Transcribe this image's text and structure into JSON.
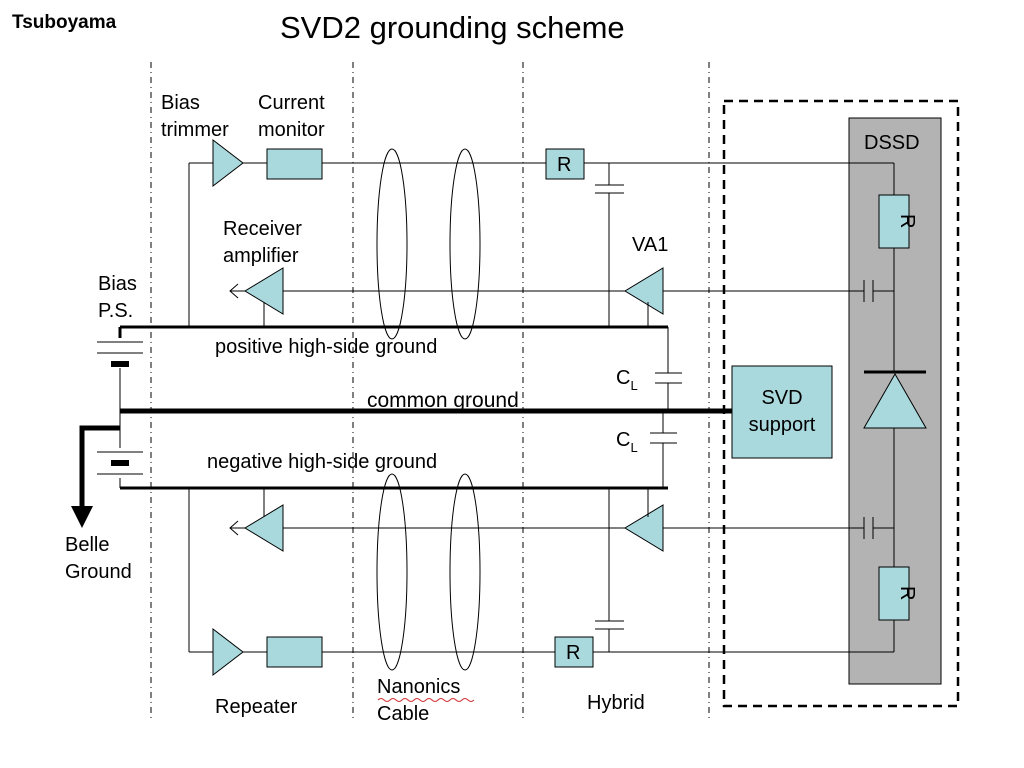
{
  "author": "Tsuboyama",
  "title": "SVD2 grounding scheme",
  "labels": {
    "bias_trimmer_1": "Bias",
    "bias_trimmer_2": "trimmer",
    "current_monitor_1": "Current",
    "current_monitor_2": "monitor",
    "receiver_amp_1": "Receiver",
    "receiver_amp_2": "amplifier",
    "bias_ps_1": "Bias",
    "bias_ps_2": "P.S.",
    "positive_ground": "positive high-side ground",
    "common_ground": "common ground",
    "negative_ground": "negative high-side ground",
    "belle_ground_1": "Belle",
    "belle_ground_2": "Ground",
    "repeater": "Repeater",
    "nanonics_1": "Nanonics",
    "nanonics_2": "Cable",
    "hybrid": "Hybrid",
    "va1": "VA1",
    "cl_top": "C",
    "cl_top_sub": "L",
    "cl_bottom": "C",
    "cl_bottom_sub": "L",
    "svd_support_1": "SVD",
    "svd_support_2": "support",
    "dssd": "DSSD",
    "resistor_top": "R",
    "resistor_bottom": "R",
    "dssd_resistor_top": "R",
    "dssd_resistor_bottom": "R"
  },
  "colors": {
    "component_fill": "#a9d8dd",
    "dssd_fill": "#b3b3b3"
  }
}
